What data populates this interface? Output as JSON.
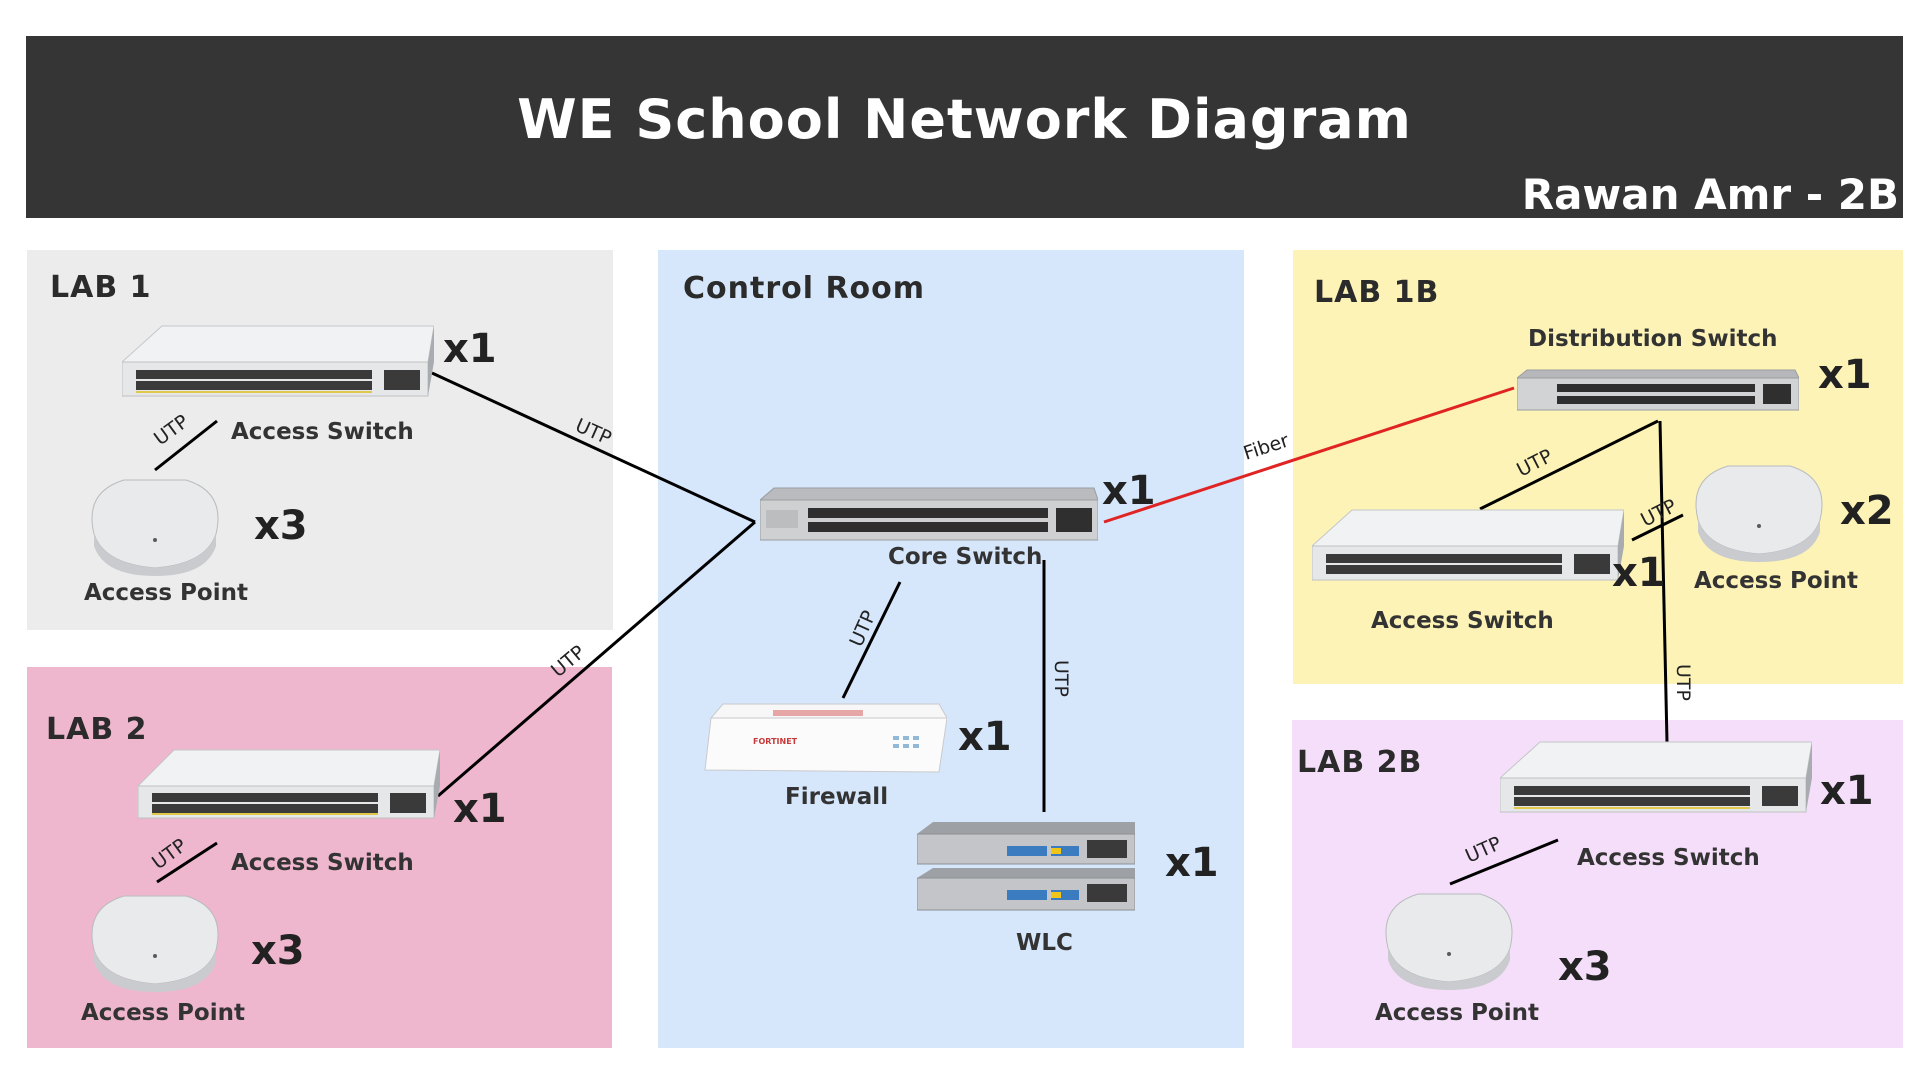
{
  "header": {
    "title": "WE School Network Diagram",
    "author": "Rawan Amr - 2B"
  },
  "colors": {
    "header": "#353535",
    "lab1": "#ececec",
    "lab2": "#efb7ce",
    "control_room": "#d6e7fc",
    "lab1b": "#fdf3b7",
    "lab2b": "#f5def9",
    "fiber": "#e02424",
    "utp": "#000000"
  },
  "zones": {
    "lab1": {
      "label": "LAB 1",
      "switch": {
        "label": "Access Switch",
        "qty": "x1"
      },
      "ap": {
        "label": "Access Point",
        "qty": "x3"
      },
      "link": "UTP"
    },
    "lab2": {
      "label": "LAB 2",
      "switch": {
        "label": "Access Switch",
        "qty": "x1"
      },
      "ap": {
        "label": "Access Point",
        "qty": "x3"
      },
      "link": "UTP"
    },
    "control_room": {
      "label": "Control Room",
      "core": {
        "label": "Core Switch",
        "qty": "x1"
      },
      "firewall": {
        "label": "Firewall",
        "qty": "x1",
        "brand": "FORTINET"
      },
      "wlc": {
        "label": "WLC",
        "qty": "x1"
      },
      "link_firewall": "UTP",
      "link_wlc": "UTP"
    },
    "lab1b": {
      "label": "LAB 1B",
      "dist": {
        "label": "Distribution Switch",
        "qty": "x1"
      },
      "switch": {
        "label": "Access Switch",
        "qty": "x1"
      },
      "ap": {
        "label": "Access Point",
        "qty": "x2"
      },
      "link_switch": "UTP",
      "link_ap": "UTP"
    },
    "lab2b": {
      "label": "LAB 2B",
      "switch": {
        "label": "Access Switch",
        "qty": "x1"
      },
      "ap": {
        "label": "Access Point",
        "qty": "x3"
      },
      "link": "UTP",
      "uplink": "UTP"
    }
  },
  "links": {
    "lab1_core": "UTP",
    "lab2_core": "UTP",
    "core_dist": "Fiber"
  }
}
